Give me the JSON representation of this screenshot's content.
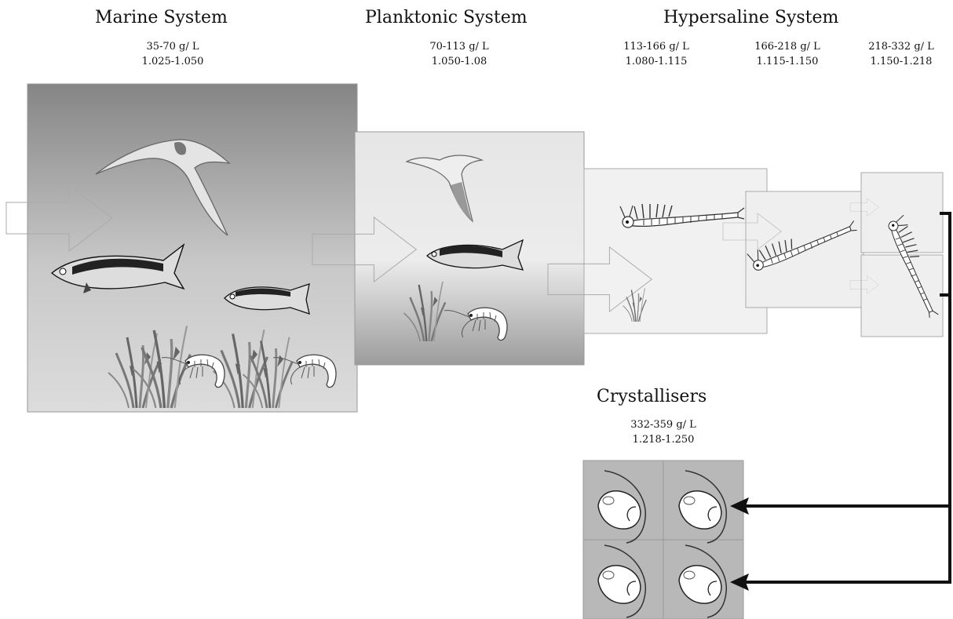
{
  "systems": {
    "marine": {
      "title": "Marine System",
      "salinity": "35-70 g/ L",
      "density": "1.025-1.050"
    },
    "planktonic": {
      "title": "Planktonic System",
      "salinity": "70-113 g/ L",
      "density": "1.050-1.08"
    },
    "hypersaline": {
      "title": "Hypersaline System",
      "stages": [
        {
          "salinity": "113-166 g/ L",
          "density": "1.080-1.115"
        },
        {
          "salinity": "166-218 g/ L",
          "density": "1.115-1.150"
        },
        {
          "salinity": "218-332 g/ L",
          "density": "1.150-1.218"
        }
      ]
    },
    "crystallisers": {
      "title": "Crystallisers",
      "salinity": "332-359 g/ L",
      "density": "1.218-1.250"
    }
  },
  "icons": [
    "seabird-icon",
    "mackerel-fish-icon",
    "cod-fish-icon",
    "seagrass-icon",
    "shrimp-icon",
    "brine-shrimp-icon",
    "halobacteria-cell-icon",
    "flow-arrow-icon"
  ]
}
